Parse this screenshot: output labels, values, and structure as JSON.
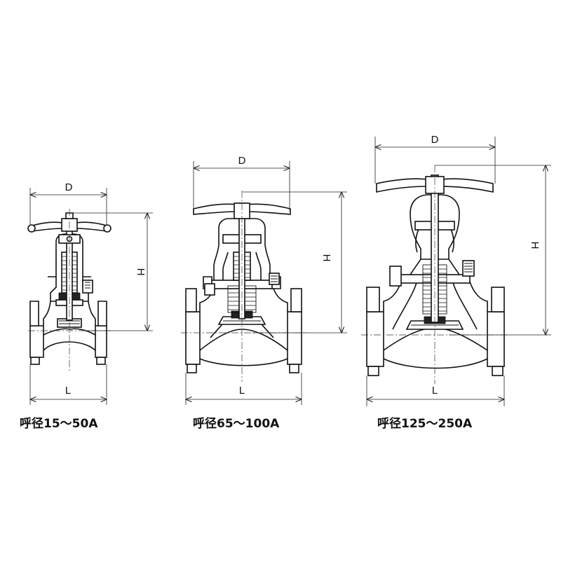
{
  "valves": [
    {
      "id": "small",
      "caption": "呼径15～50A",
      "labels": {
        "D": "D",
        "H": "H",
        "L": "L"
      }
    },
    {
      "id": "medium",
      "caption": "呼径65～100A",
      "labels": {
        "D": "D",
        "H": "H",
        "L": "L"
      }
    },
    {
      "id": "large",
      "caption": "呼径125～250A",
      "labels": {
        "D": "D",
        "H": "H",
        "L": "L"
      }
    }
  ]
}
